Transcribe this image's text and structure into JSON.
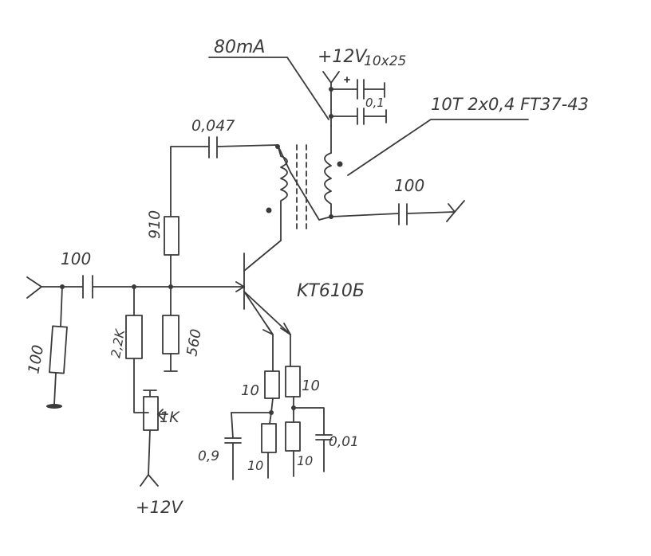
{
  "labels": {
    "current": "80mA",
    "supply_top": "+12V",
    "cap_electrolytic": "10x25",
    "cap_bypass": "0,1",
    "transformer": "10T 2x0,4 FT37-43",
    "cap_feedback": "0,047",
    "r_feedback": "910",
    "cap_output": "100",
    "cap_input": "100",
    "transistor": "KT610Б",
    "r_input": "100",
    "r_bias_top": "2,2K",
    "r_bias_bottom": "560",
    "r_emitter_1": "10",
    "r_emitter_2": "10",
    "r_emitter_3": "10",
    "r_emitter_4": "10",
    "cap_emitter_1": "0,9",
    "cap_emitter_2": "0,01",
    "potentiometer": "1K",
    "supply_bottom": "+12V"
  }
}
